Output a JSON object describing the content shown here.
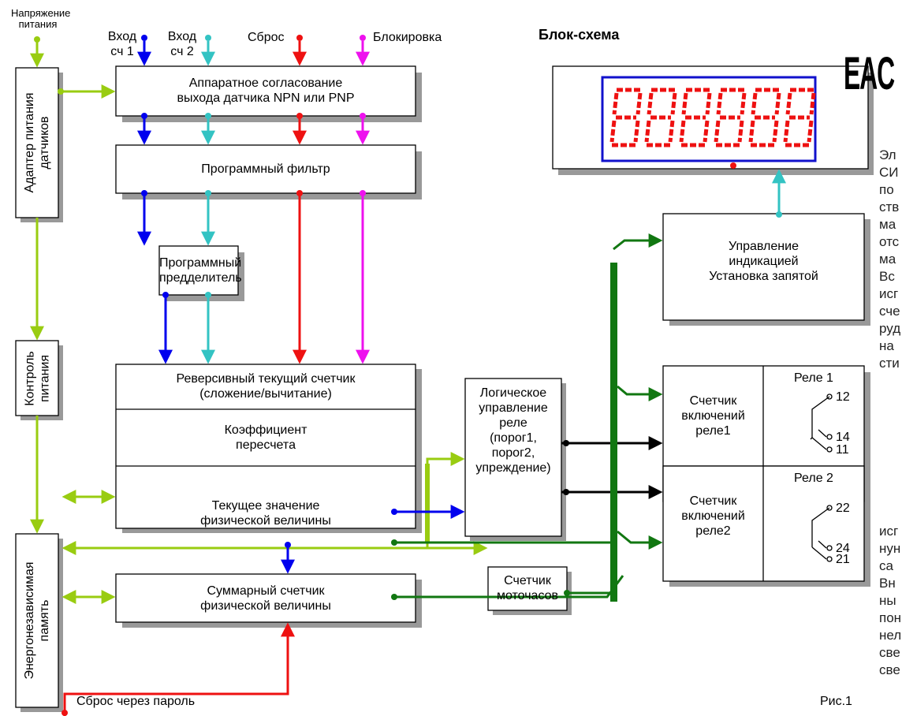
{
  "inputs": {
    "power": "Напряжение\nпитания",
    "in1": "Вход\nсч 1",
    "in2": "Вход\nсч 2",
    "reset": "Сброс",
    "block": "Блокировка"
  },
  "title": "Блок-схема",
  "mark": "EAC",
  "blocks": {
    "adapter": "Адаптер питания\nдатчиков",
    "control": "Контроль\nпитания",
    "memory": "Энергонезависимая\nпамять",
    "hw": "Аппаратное согласование\nвыхода датчика  NPN или PNP",
    "filter": "Программный фильтр",
    "predivider": "Программный\nпредделитель",
    "counter": "Реверсивный текущий счетчик\n(сложение/вычитание)",
    "coef": "Коэффициент\nпересчета",
    "current": "Текущее значение\nфизической величины",
    "total": "Суммарный счетчик\nфизической величины",
    "logic": "Логическое\nуправление\nреле\n(порог1,\nпорог2,\nупреждение)",
    "hours": "Счетчик\nмоточасов",
    "display": "Управление\nиндикацией\nУстановка запятой",
    "relay1_counter": "Счетчик\nвключений\nреле1",
    "relay2_counter": "Счетчик\nвключений\nреле2",
    "relay1": "Реле 1",
    "relay2": "Реле 2"
  },
  "terminals": {
    "r1": [
      "12",
      "14",
      "11"
    ],
    "r2": [
      "22",
      "24",
      "21"
    ]
  },
  "display_value": "888888",
  "reset_password": "Сброс через пароль",
  "figure": "Рис.1",
  "side_text": {
    "top": [
      "Эл",
      "СИ",
      "по",
      "ств",
      "ма",
      "отс",
      "ма",
      "Вс",
      "исг",
      "сче",
      "руд",
      "на",
      "сти"
    ],
    "bottom": [
      "исг",
      "нун",
      "са",
      "Вн",
      "ны",
      "пон",
      "нел",
      "све",
      "све"
    ]
  },
  "colors": {
    "blue": "#0000ee",
    "cyan": "#33c3c3",
    "red": "#ee1111",
    "magenta": "#ee11ee",
    "lime": "#99cc11",
    "green": "#117711",
    "black": "#000000",
    "shadow": "#999999",
    "segment": "#ee1111",
    "display_border": "#1111cc"
  }
}
